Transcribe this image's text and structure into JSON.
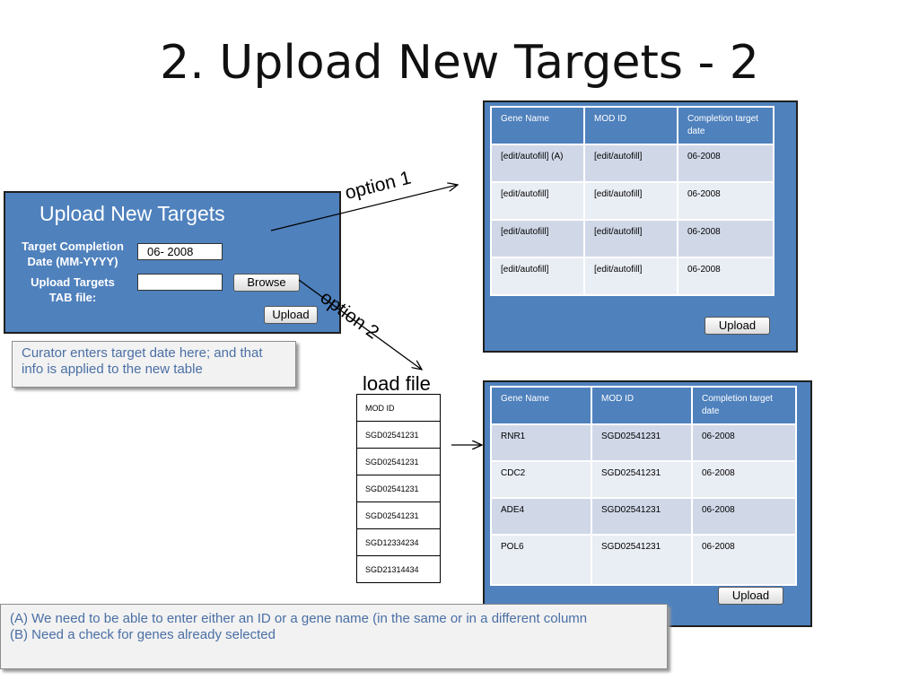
{
  "title": "2. Upload New Targets - 2",
  "form": {
    "title": "Upload New Targets",
    "date_label_line1": "Target Completion",
    "date_label_line2": "Date (MM-YYYY)",
    "date_value": "06- 2008",
    "file_label_line1": "Upload Targets",
    "file_label_line2": "TAB file:",
    "file_value": "",
    "browse_label": "Browse",
    "upload_label": "Upload"
  },
  "curator_note": "Curator enters target date here; and that info is applied to the new table",
  "option1_label": "option 1",
  "option2_label": "option 2",
  "load_file_label": "load file",
  "table1": {
    "headers": [
      "Gene Name",
      "MOD ID",
      "Completion target date"
    ],
    "rows": [
      [
        "[edit/autofill] (A)",
        "[edit/autofill]",
        "06-2008"
      ],
      [
        "[edit/autofill]",
        "[edit/autofill]",
        "06-2008"
      ],
      [
        "[edit/autofill]",
        "[edit/autofill]",
        "06-2008"
      ],
      [
        "[edit/autofill]",
        "[edit/autofill]",
        "06-2008"
      ]
    ],
    "upload_label": "Upload"
  },
  "mod_list": [
    "MOD ID",
    "SGD02541231",
    "SGD02541231",
    "SGD02541231",
    "SGD02541231",
    "SGD12334234",
    "SGD21314434"
  ],
  "table2": {
    "headers": [
      "Gene Name",
      "MOD ID",
      "Completion target date"
    ],
    "rows": [
      [
        "RNR1",
        "SGD02541231",
        "06-2008"
      ],
      [
        "CDC2",
        "SGD02541231",
        "06-2008"
      ],
      [
        "ADE4",
        "SGD02541231",
        "06-2008"
      ],
      [
        "POL6",
        "SGD02541231",
        "06-2008"
      ]
    ],
    "upload_label": "Upload"
  },
  "bottom_note_line1": "(A) We need to be able to enter either an ID or a gene name (in the same or in a different column",
  "bottom_note_line2": "(B) Need a check for genes already selected"
}
